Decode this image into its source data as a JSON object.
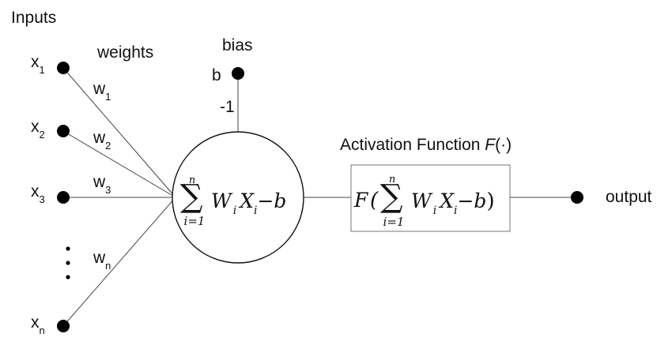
{
  "diagram": {
    "inputs_title": "Inputs",
    "weights_title": "weights",
    "bias_title": "bias",
    "bias_symbol": "b",
    "bias_weight": "-1",
    "inputs": [
      {
        "base": "x",
        "sub": "1"
      },
      {
        "base": "x",
        "sub": "2"
      },
      {
        "base": "x",
        "sub": "3"
      },
      {
        "base": "x",
        "sub": "n"
      }
    ],
    "weights": [
      {
        "base": "w",
        "sub": "1"
      },
      {
        "base": "w",
        "sub": "2"
      },
      {
        "base": "w",
        "sub": "3"
      },
      {
        "base": "w",
        "sub": "n"
      }
    ],
    "neuron": {
      "sigma": "∑",
      "upper": "n",
      "lower": "i=1",
      "W": "W",
      "i_sub": "i",
      "X": "X",
      "i_sub2": "i",
      "minus_b": "−b"
    },
    "activation": {
      "title_prefix": "Activation Function ",
      "title_F": "F",
      "title_suffix": "(·)",
      "F": "F",
      "open_paren": "(",
      "sigma": "∑",
      "upper": "n",
      "lower": "i=1",
      "W": "W",
      "i_sub": "i",
      "X": "X",
      "i_sub2": "i",
      "minus_b": "−b",
      "close_paren": ")"
    },
    "output_label": "output"
  }
}
